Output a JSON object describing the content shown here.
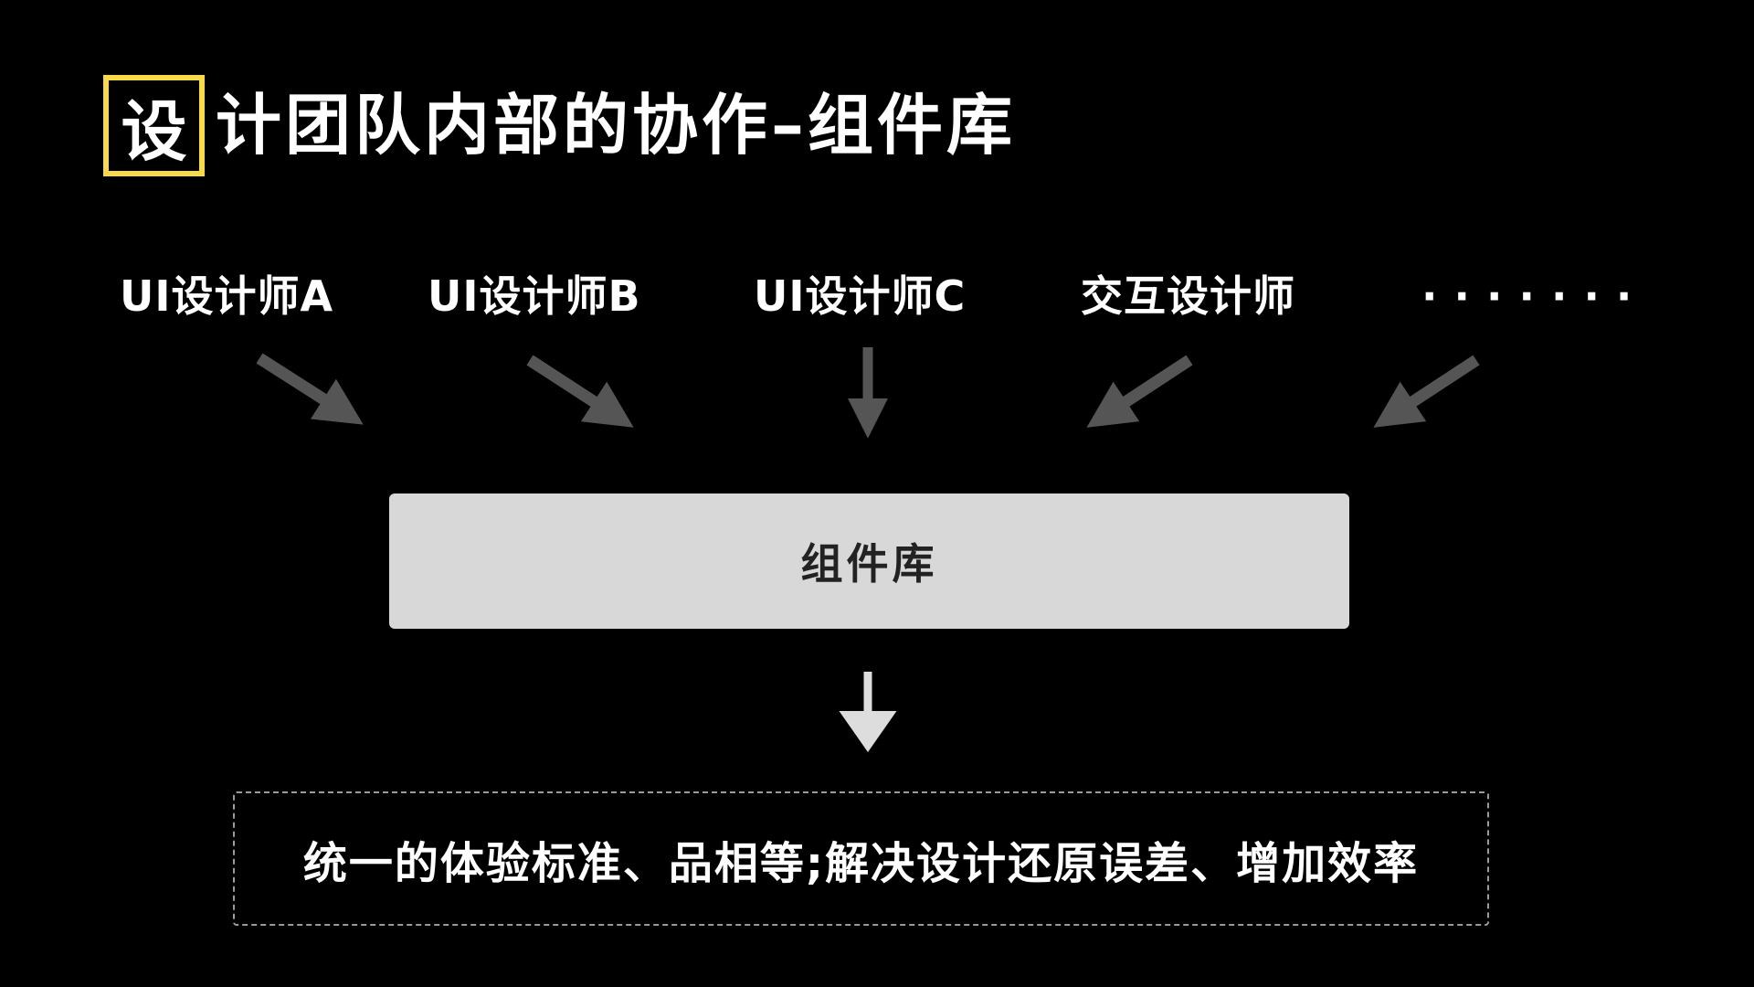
{
  "title": {
    "highlight_char": "设",
    "rest": "计团队内部的协作–组件库",
    "highlight_color": "#f7d94a"
  },
  "roles": [
    "UI设计师A",
    "UI设计师B",
    "UI设计师C",
    "交互设计师",
    "· · · · · · ·"
  ],
  "library": {
    "label": "组件库"
  },
  "result": {
    "text": "统一的体验标准、品相等;解决设计还原误差、增加效率"
  },
  "colors": {
    "input_arrow": "#555555",
    "output_arrow": "#dddddd",
    "library_fill": "#d8d8d8"
  }
}
